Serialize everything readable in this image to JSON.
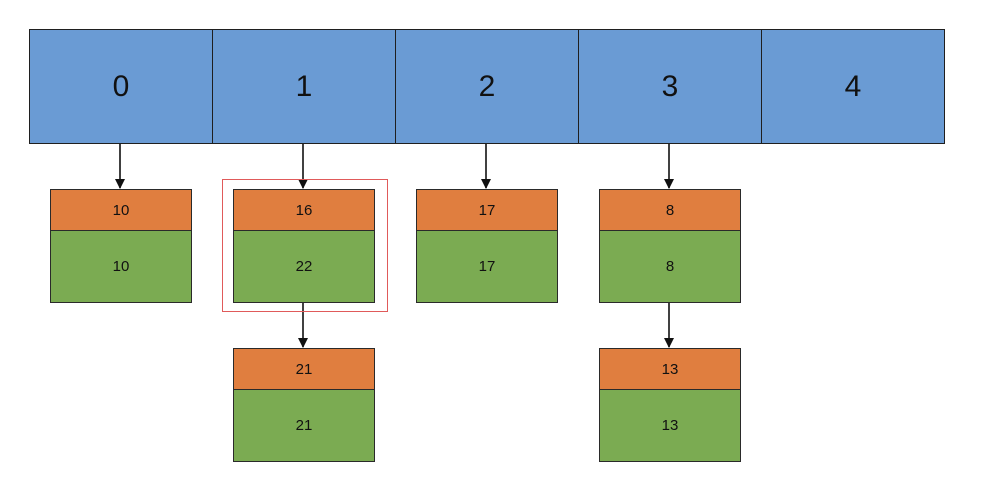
{
  "buckets": [
    {
      "label": "0"
    },
    {
      "label": "1"
    },
    {
      "label": "2"
    },
    {
      "label": "3"
    },
    {
      "label": "4"
    }
  ],
  "nodes": {
    "b0_n0": {
      "key": "10",
      "value": "10"
    },
    "b1_n0": {
      "key": "16",
      "value": "22"
    },
    "b1_n1": {
      "key": "21",
      "value": "21"
    },
    "b2_n0": {
      "key": "17",
      "value": "17"
    },
    "b3_n0": {
      "key": "8",
      "value": "8"
    },
    "b3_n1": {
      "key": "13",
      "value": "13"
    }
  },
  "colors": {
    "bucket_fill": "#6a9bd4",
    "key_fill": "#e07e3f",
    "value_fill": "#7bab52",
    "highlight_border": "#e05a5a",
    "line": "#111111"
  }
}
